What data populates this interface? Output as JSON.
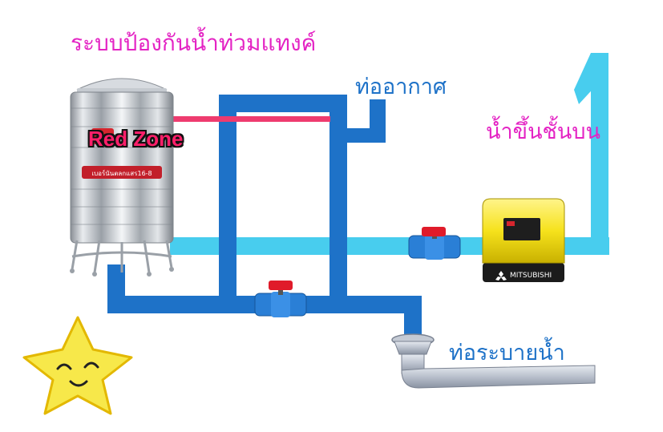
{
  "labels": {
    "title": "ระบบป้องกันน้ำท่วมแทงค์",
    "air_pipe": "ท่ออากาศ",
    "upper_floor": "น้ำขึ้นชั้นบน",
    "drain_pipe": "ท่อระบายน้ำ",
    "red_zone": "Red Zone",
    "tank_plate": "เบอร์นันตลกแสร16-8",
    "pump_brand": "MITSUBISHI"
  },
  "colors": {
    "title": "#e424c4",
    "blue_pipe": "#1e72c8",
    "cyan_pipe": "#48cdee",
    "red_zone_line": "#ee3b6f",
    "valve_red": "#e01b2a",
    "pump_yellow": "#f6e21c"
  },
  "icons": [
    "star-mascot-icon",
    "mitsubishi-logo-icon"
  ]
}
